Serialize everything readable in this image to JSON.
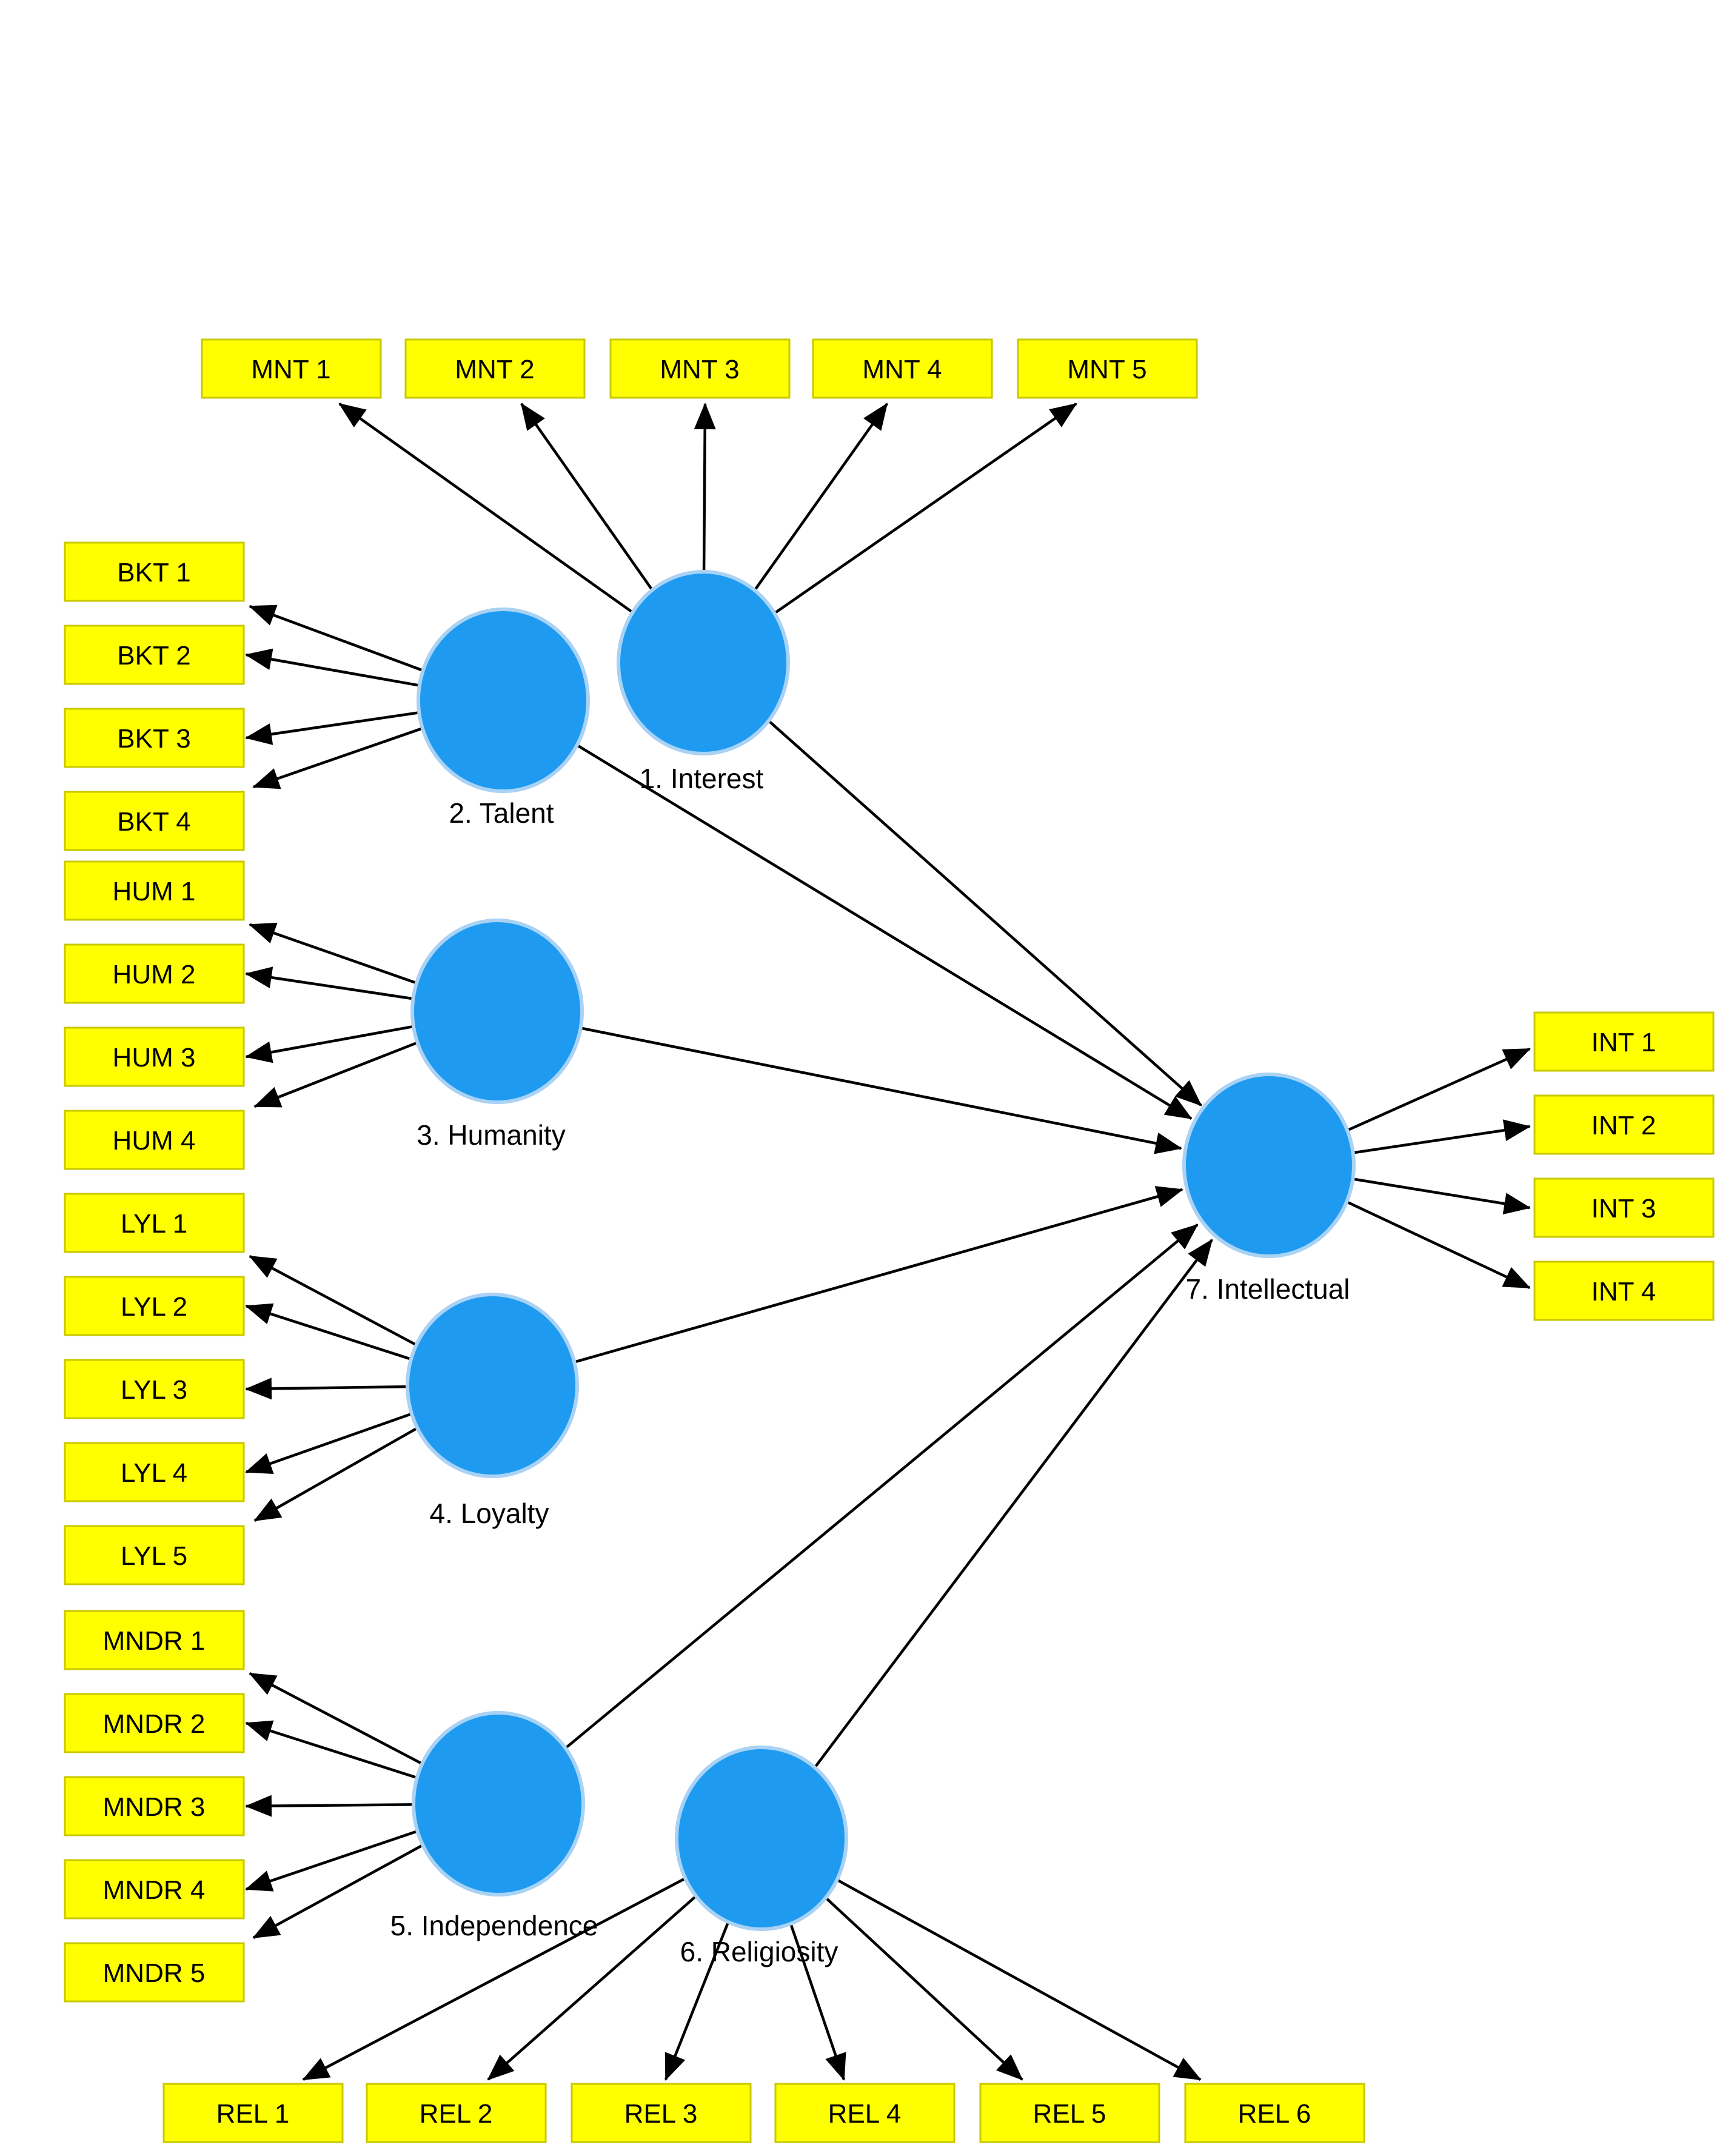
{
  "diagram": {
    "type": "structural-equation-model-path-diagram",
    "colors": {
      "construct_fill": "#1E9BF0",
      "construct_stroke": "#A9D2F4",
      "indicator_fill": "#FFFF00",
      "indicator_stroke": "#C8C800",
      "arrow_color": "#000000",
      "label_color": "#000000"
    },
    "constructs": [
      {
        "id": "interest",
        "label": "1. Interest"
      },
      {
        "id": "talent",
        "label": "2. Talent"
      },
      {
        "id": "humanity",
        "label": "3. Humanity"
      },
      {
        "id": "loyalty",
        "label": "4. Loyalty"
      },
      {
        "id": "independence",
        "label": "5. Independence"
      },
      {
        "id": "religiosity",
        "label": "6. Religiosity"
      },
      {
        "id": "intellectual",
        "label": "7. Intellectual"
      }
    ],
    "indicators": {
      "mnt": [
        "MNT 1",
        "MNT 2",
        "MNT 3",
        "MNT 4",
        "MNT 5"
      ],
      "bkt": [
        "BKT 1",
        "BKT 2",
        "BKT 3",
        "BKT 4"
      ],
      "hum": [
        "HUM 1",
        "HUM 2",
        "HUM 3",
        "HUM 4"
      ],
      "lyl": [
        "LYL 1",
        "LYL 2",
        "LYL 3",
        "LYL 4",
        "LYL 5"
      ],
      "mndr": [
        "MNDR 1",
        "MNDR 2",
        "MNDR 3",
        "MNDR 4",
        "MNDR 5"
      ],
      "rel": [
        "REL 1",
        "REL 2",
        "REL 3",
        "REL 4",
        "REL 5",
        "REL 6"
      ],
      "int": [
        "INT 1",
        "INT 2",
        "INT 3",
        "INT 4"
      ]
    },
    "measurement_paths": [
      {
        "from": "interest",
        "to_group": "mnt"
      },
      {
        "from": "talent",
        "to_group": "bkt"
      },
      {
        "from": "humanity",
        "to_group": "hum"
      },
      {
        "from": "loyalty",
        "to_group": "lyl"
      },
      {
        "from": "independence",
        "to_group": "mndr"
      },
      {
        "from": "religiosity",
        "to_group": "rel"
      },
      {
        "from": "intellectual",
        "to_group": "int"
      }
    ],
    "structural_paths": [
      {
        "from": "interest",
        "to": "intellectual"
      },
      {
        "from": "talent",
        "to": "intellectual"
      },
      {
        "from": "humanity",
        "to": "intellectual"
      },
      {
        "from": "loyalty",
        "to": "intellectual"
      },
      {
        "from": "independence",
        "to": "intellectual"
      },
      {
        "from": "religiosity",
        "to": "intellectual"
      }
    ]
  }
}
